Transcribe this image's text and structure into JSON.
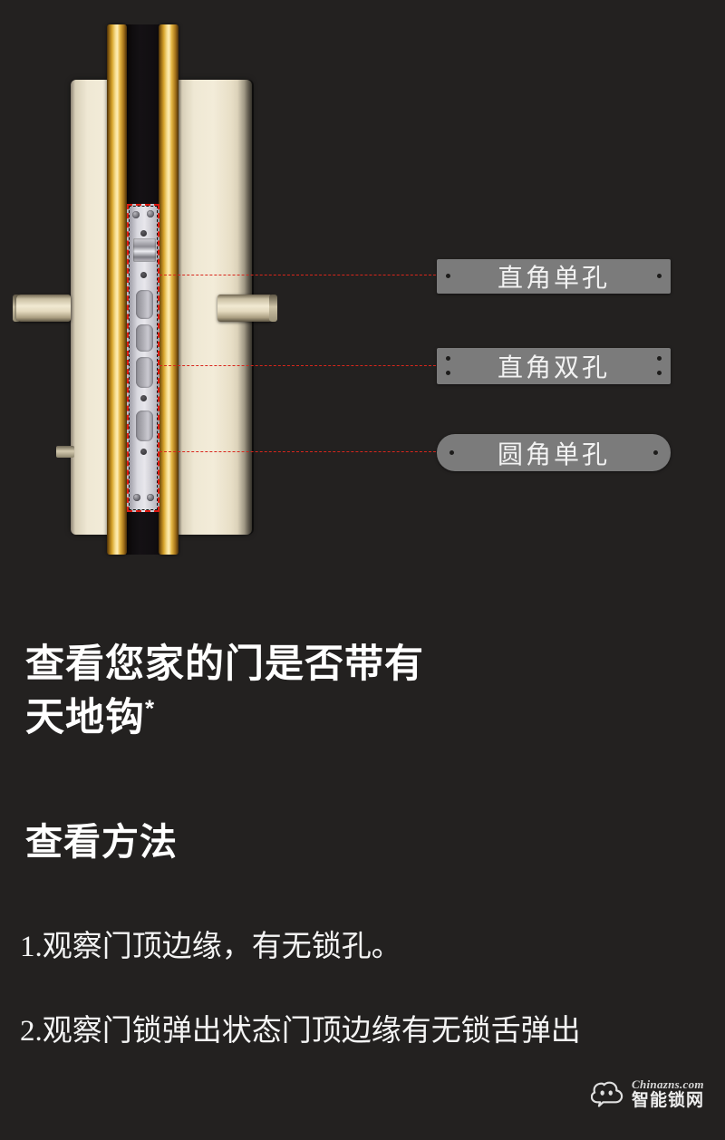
{
  "page": {
    "background_color": "#232120",
    "text_color": "#ffffff"
  },
  "product_image": {
    "name": "smart-door-lock-side-view",
    "description": "门锁侧面剖视图",
    "colors": {
      "panel": "#efe8d4",
      "rail_gold": "#e3b441",
      "faceplate": "#d9d8df",
      "highlight_dashed": "#e01b12"
    },
    "leader_lines": [
      {
        "label": "直角单孔"
      },
      {
        "label": "直角双孔"
      },
      {
        "label": "圆角单孔"
      }
    ]
  },
  "callouts": [
    {
      "label": "直角单孔",
      "corner": "square",
      "holes": 1,
      "color": "#7b7b7b"
    },
    {
      "label": "直角双孔",
      "corner": "square",
      "holes": 2,
      "color": "#7b7b7b"
    },
    {
      "label": "圆角单孔",
      "corner": "rounded",
      "holes": 1,
      "color": "#7b7b7b"
    }
  ],
  "headings": {
    "main": "查看您家的门是否带有\n天地钩",
    "main_superscript": "*",
    "sub": "查看方法"
  },
  "steps": [
    "1.观察门顶边缘，有无锁孔。",
    "2.观察门锁弹出状态门顶边缘有无锁舌弹出"
  ],
  "watermark": {
    "domain": "Chinazns.com",
    "name": "智能锁网",
    "icon": "cloud-logo-icon"
  }
}
